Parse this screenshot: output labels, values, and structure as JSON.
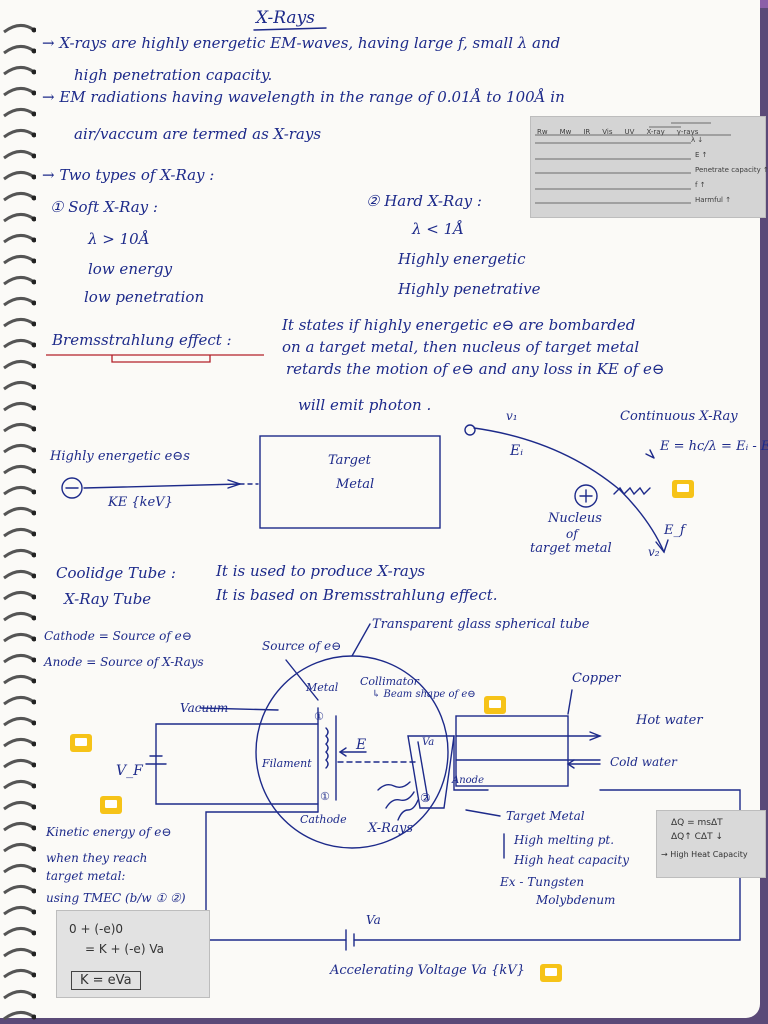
{
  "title": "X-Rays",
  "intro": {
    "line1": "→ X-rays are highly energetic EM-waves, having large f, small λ and",
    "line2": "high penetration capacity.",
    "line3": "→ EM radiations having wavelength in the range of 0.01Å to 100Å in",
    "line4": "air/vaccum are termed as X-rays",
    "line5": "→ Two types of X-Ray :"
  },
  "soft": {
    "heading": "① Soft X-Ray :",
    "lambda": "λ > 10Å",
    "energy": "low energy",
    "penetration": "low penetration"
  },
  "hard": {
    "heading": "② Hard X-Ray :",
    "lambda": "λ < 1Å",
    "energy": "Highly energetic",
    "penetration": "Highly penetrative"
  },
  "spectrum_thumb": {
    "axis_labels": [
      "Rw",
      "Mw",
      "IR",
      "Vis",
      "UV",
      "X-ray",
      "γ-rays"
    ],
    "rows": [
      "λ ↓",
      "E ↑",
      "Penetrate capacity ↑",
      "f ↑",
      "Harmful ↑"
    ]
  },
  "bremsstrahlung": {
    "term": "Bremsstrahlung effect :",
    "def1": "It states if highly energetic e⊖ are bombarded",
    "def2": "on a target metal, then nucleus of target metal",
    "def3": "retards the motion of e⊖ and any loss in KE of e⊖",
    "def4": "will emit photon ."
  },
  "brem_diagram": {
    "electron_label": "Highly energetic e⊖s",
    "ke_label": "KE {keV}",
    "target_label1": "Target",
    "target_label2": "Metal",
    "v1": "v₁",
    "ei": "Eᵢ",
    "continuous": "Continuous X-Ray",
    "formula": "E = hc/λ = Eᵢ - E_f",
    "nucleus1": "Nucleus",
    "nucleus2": "of",
    "nucleus3": "target metal",
    "ef": "E_f",
    "v2": "v₂"
  },
  "coolidge": {
    "name1": "Coolidge Tube :",
    "name2": "X-Ray Tube",
    "desc1": "It is used to produce X-rays",
    "desc2": "It is based on Bremsstrahlung effect."
  },
  "tube_diagram": {
    "cathode_src": "Cathode = Source of e⊖",
    "anode_src": "Anode = Source of X-Rays",
    "source_e": "Source of e⊖",
    "glass": "Transparent glass spherical tube",
    "copper": "Copper",
    "metal": "Metal",
    "collimator": "Collimator",
    "beam_shape": "↳ Beam shape of e⊖",
    "vacuum": "Vacuum",
    "hot_water": "Hot water",
    "cold_water": "Cold water",
    "vf": "V_F",
    "filament": "Filament",
    "e_field": "E",
    "va_small": "Va",
    "anode": "Anode",
    "cathode": "Cathode",
    "xrays": "X-Rays",
    "target_metal": "Target Metal",
    "high_melting": "High melting pt.",
    "high_heat": "High heat capacity",
    "example1": "Ex - Tungsten",
    "example2": "Molybdenum",
    "va": "Va",
    "accelerating": "Accelerating Voltage Va {kV}"
  },
  "kinetic": {
    "l1": "Kinetic energy of e⊖",
    "l2": "when they reach",
    "l3": "target metal:",
    "l4": "using TMEC (b/w ① ②)"
  },
  "kinetic_thumb": {
    "eq1": "0 + (-e)0",
    "eq2": "= K + (-e) Va",
    "eq3": "K = eVa"
  },
  "heat_thumb": {
    "eq1": "ΔQ = msΔT",
    "eq2": "ΔQ↑  CΔT ↓",
    "eq3": "→ High  Heat Capacity"
  },
  "colors": {
    "ink": "#1d2a8a",
    "underline": "#b3202a",
    "note": "#f6c318"
  }
}
